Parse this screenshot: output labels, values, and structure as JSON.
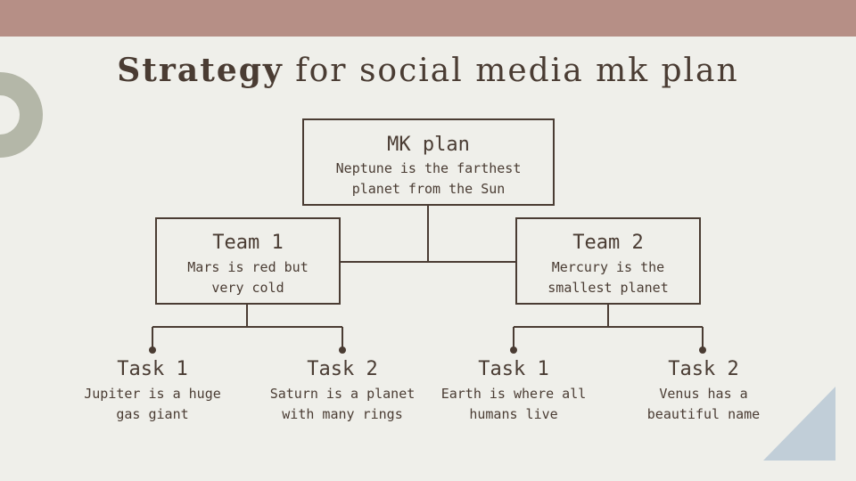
{
  "colors": {
    "top_bar": "#b68f86",
    "ring": "#b4b7a8",
    "triangle": "#c1ced8",
    "ink": "#4a3c33",
    "background": "#efefea"
  },
  "title": {
    "bold": "Strategy",
    "rest": "for social media mk plan"
  },
  "root": {
    "heading": "MK plan",
    "description": "Neptune is the farthest planet from the Sun"
  },
  "teams": [
    {
      "heading": "Team 1",
      "description": "Mars is red but very cold"
    },
    {
      "heading": "Team 2",
      "description": "Mercury is the smallest planet"
    }
  ],
  "tasks": [
    {
      "heading": "Task 1",
      "description": "Jupiter is a huge gas giant"
    },
    {
      "heading": "Task 2",
      "description": "Saturn is a planet with many rings"
    },
    {
      "heading": "Task 1",
      "description": "Earth is where all humans live"
    },
    {
      "heading": "Task 2",
      "description": "Venus has a beautiful name"
    }
  ]
}
